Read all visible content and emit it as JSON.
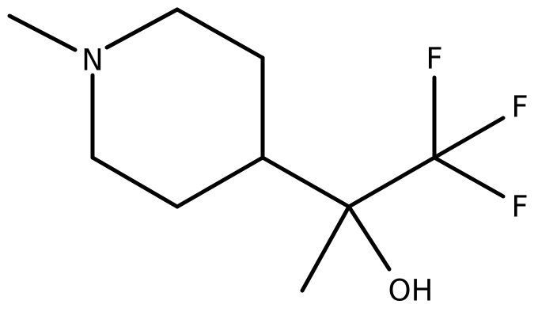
{
  "molecule": {
    "atoms": {
      "nitrogen": "N",
      "fluorine_top": "F",
      "fluorine_middle": "F",
      "fluorine_bottom": "F",
      "hydroxyl": "OH"
    }
  }
}
